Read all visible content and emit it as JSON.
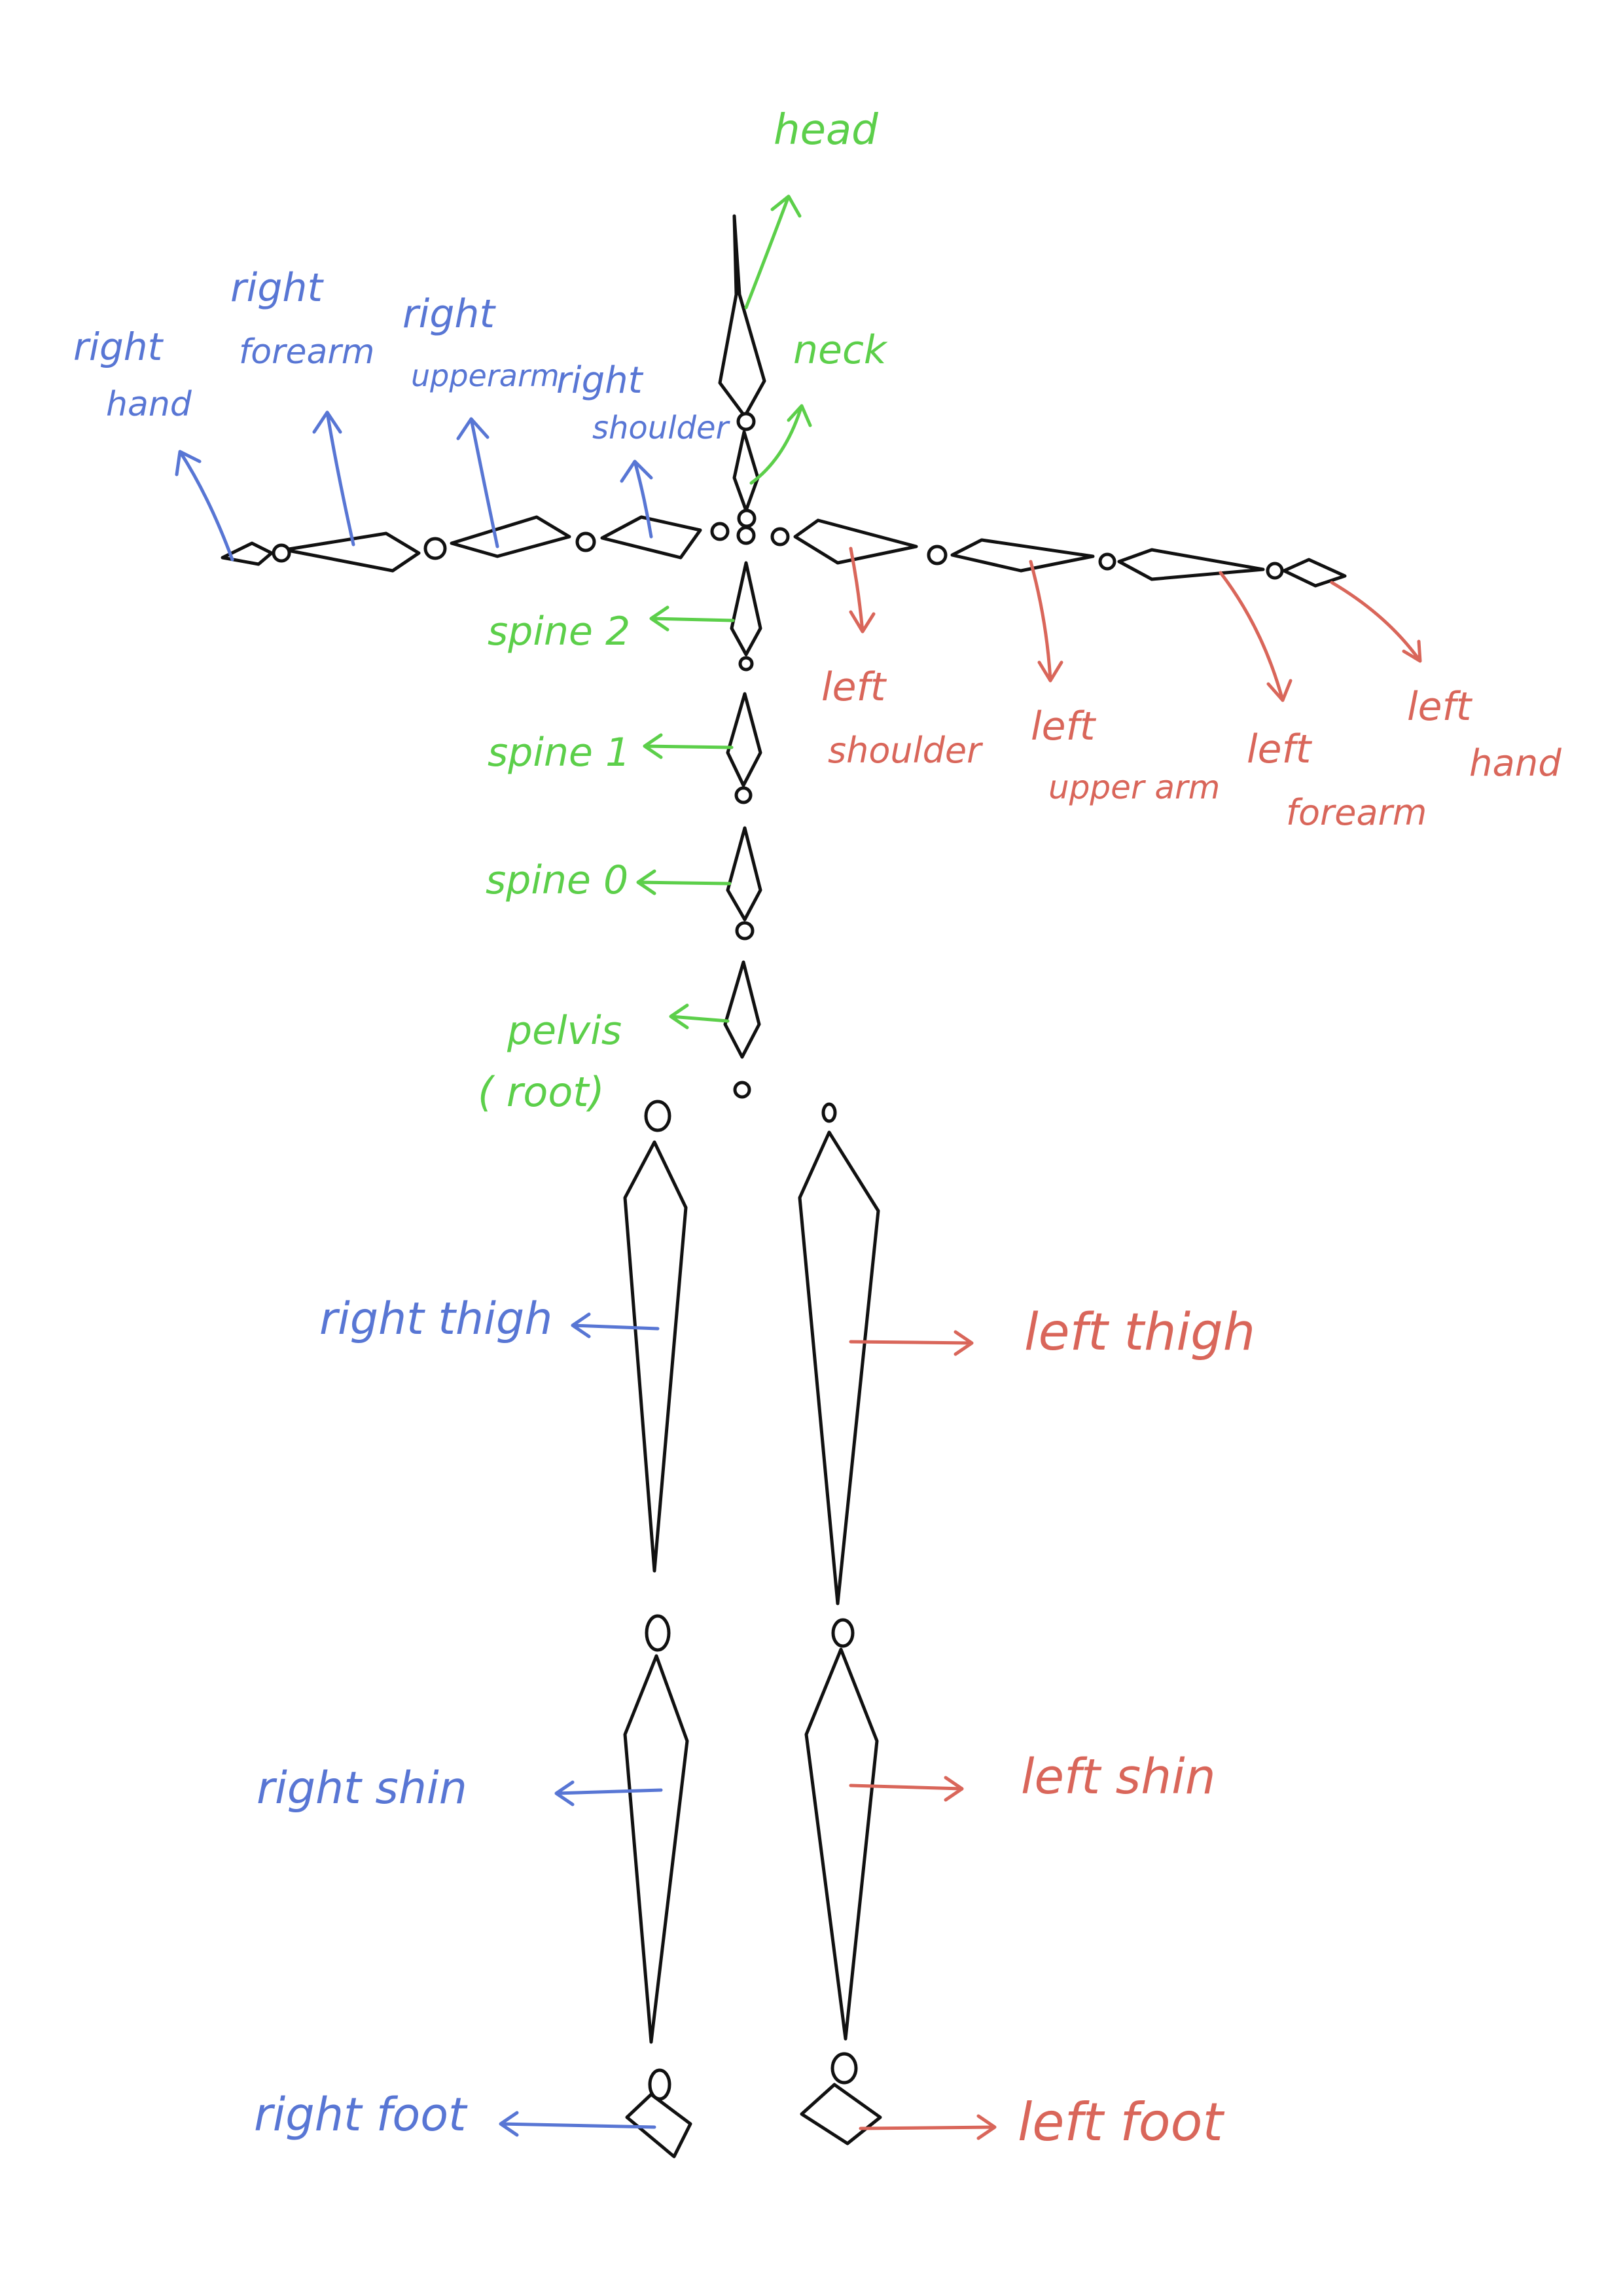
{
  "colors": {
    "spine": "#5ccf4a",
    "right": "#5876d4",
    "left": "#d9665a",
    "bones": "#111111"
  },
  "labels": {
    "head": "head",
    "neck": "neck",
    "spine2": "spine 2",
    "spine1": "spine 1",
    "spine0": "spine 0",
    "pelvis": "pelvis",
    "pelvis_root": "( root)",
    "right_hand": [
      "right",
      "hand"
    ],
    "right_forearm": [
      "right",
      "forearm"
    ],
    "right_upperarm": [
      "right",
      "upperarm"
    ],
    "right_shoulder": [
      "right",
      "shoulder"
    ],
    "left_shoulder": [
      "left",
      "shoulder"
    ],
    "left_upperarm": [
      "left",
      "upper arm"
    ],
    "left_forearm": [
      "left",
      "forearm"
    ],
    "left_hand": [
      "left",
      "hand"
    ],
    "right_thigh": "right thigh",
    "right_shin": "right shin",
    "right_foot": "right foot",
    "left_thigh": "left thigh",
    "left_shin": "left shin",
    "left_foot": "left foot"
  }
}
